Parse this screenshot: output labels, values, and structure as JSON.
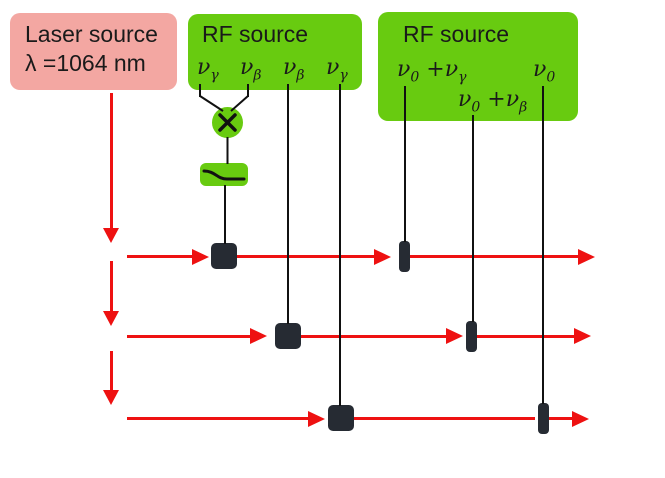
{
  "diagram_title": "",
  "laser": {
    "title": "Laser source",
    "wavelength": "λ =1064 nm"
  },
  "rf1": {
    "title": "RF source",
    "freqs": [
      {
        "base": "ν",
        "sub": "γ"
      },
      {
        "base": "ν",
        "sub": "β"
      },
      {
        "base": "ν",
        "sub": "β"
      },
      {
        "base": "ν",
        "sub": "γ"
      }
    ]
  },
  "rf2": {
    "title": "RF source",
    "label_top_left": {
      "parts": [
        {
          "base": "ν",
          "sub": "0"
        },
        {
          "base": " +ν",
          "sub": "γ"
        }
      ]
    },
    "label_top_right": {
      "parts": [
        {
          "base": "ν",
          "sub": "0"
        }
      ]
    },
    "label_mid": {
      "parts": [
        {
          "base": "ν",
          "sub": "0"
        },
        {
          "base": " +ν",
          "sub": "β"
        }
      ]
    }
  },
  "icons": {
    "mixer": "circle-x-frequency-mixer",
    "filter": "lowpass-filter"
  },
  "colors": {
    "background": "#ffffff",
    "laser_fill": "#f3a7a2",
    "rf_fill": "#68cb10",
    "beam_red": "#ee1111",
    "component_dark": "#262b33",
    "line_black": "#111111",
    "text": "#1a1a1a"
  }
}
